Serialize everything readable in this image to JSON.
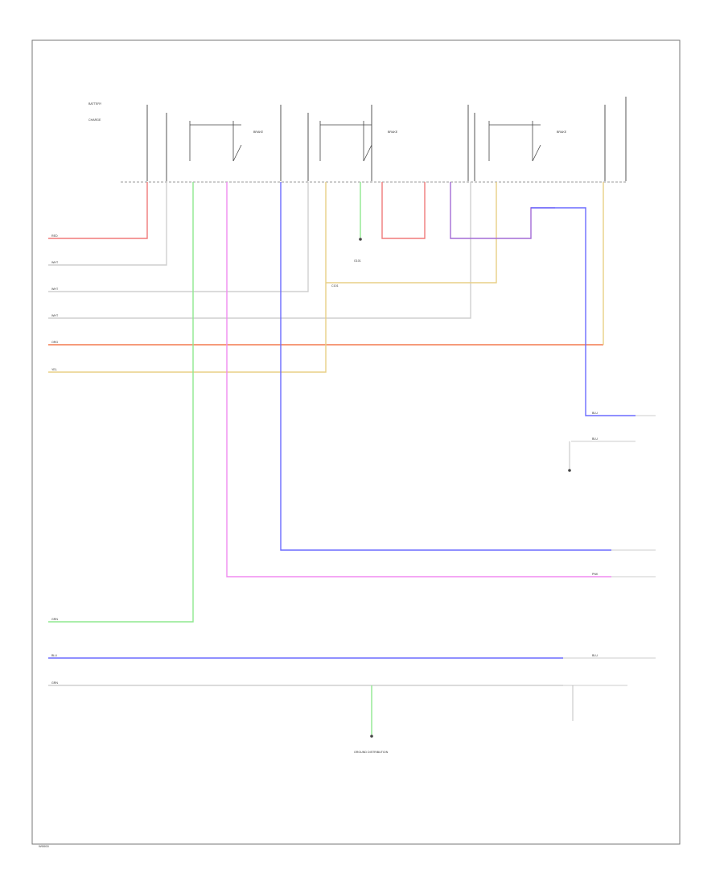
{
  "diagram": {
    "footer_code": "W0000",
    "top_labels": [
      "BATTERY",
      "CHARGE"
    ],
    "switch_labels": [
      "BRAKE",
      "BRAKE",
      "BRAKE"
    ],
    "wire_labels": [
      "RED",
      "WHT",
      "WHT",
      "WHT",
      "ORG",
      "YEL",
      "GRN",
      "BLU",
      "GRN"
    ],
    "connector_labels": [
      "BLU",
      "BLU",
      "PNK",
      "BLU"
    ],
    "note_labels": [
      "G101",
      "C101",
      "GROUND DISTRIBUTION"
    ]
  }
}
